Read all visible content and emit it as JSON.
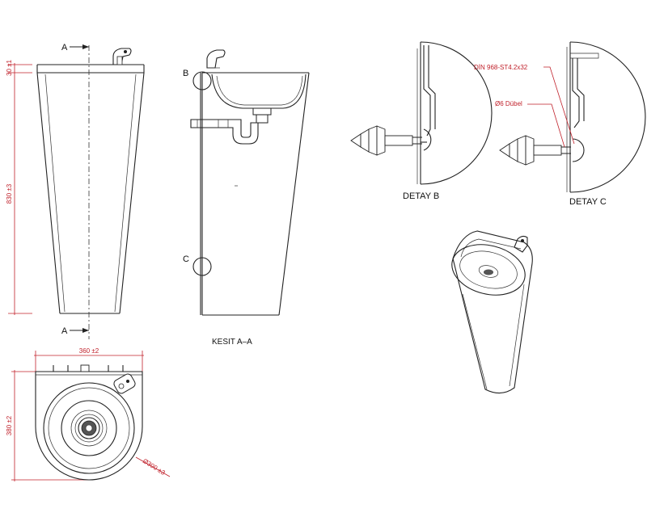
{
  "section_marks": {
    "a_top": "A",
    "a_bottom": "A",
    "b": "B",
    "c": "C"
  },
  "labels": {
    "section_title": "KESIT A–A",
    "detail_b": "DETAY B",
    "detail_c": "DETAY C"
  },
  "dimensions": {
    "top_thickness": "30 ±1",
    "height": "830 ±3",
    "width": "360 ±2",
    "depth": "380 ±2",
    "bowl_diameter": "Ø300 ±3"
  },
  "callouts": {
    "screw": "DİN 968-ST4.2x32",
    "dowel": "Ø6 Dübel"
  },
  "colors": {
    "line": "#222222",
    "dimension": "#c0202a"
  }
}
